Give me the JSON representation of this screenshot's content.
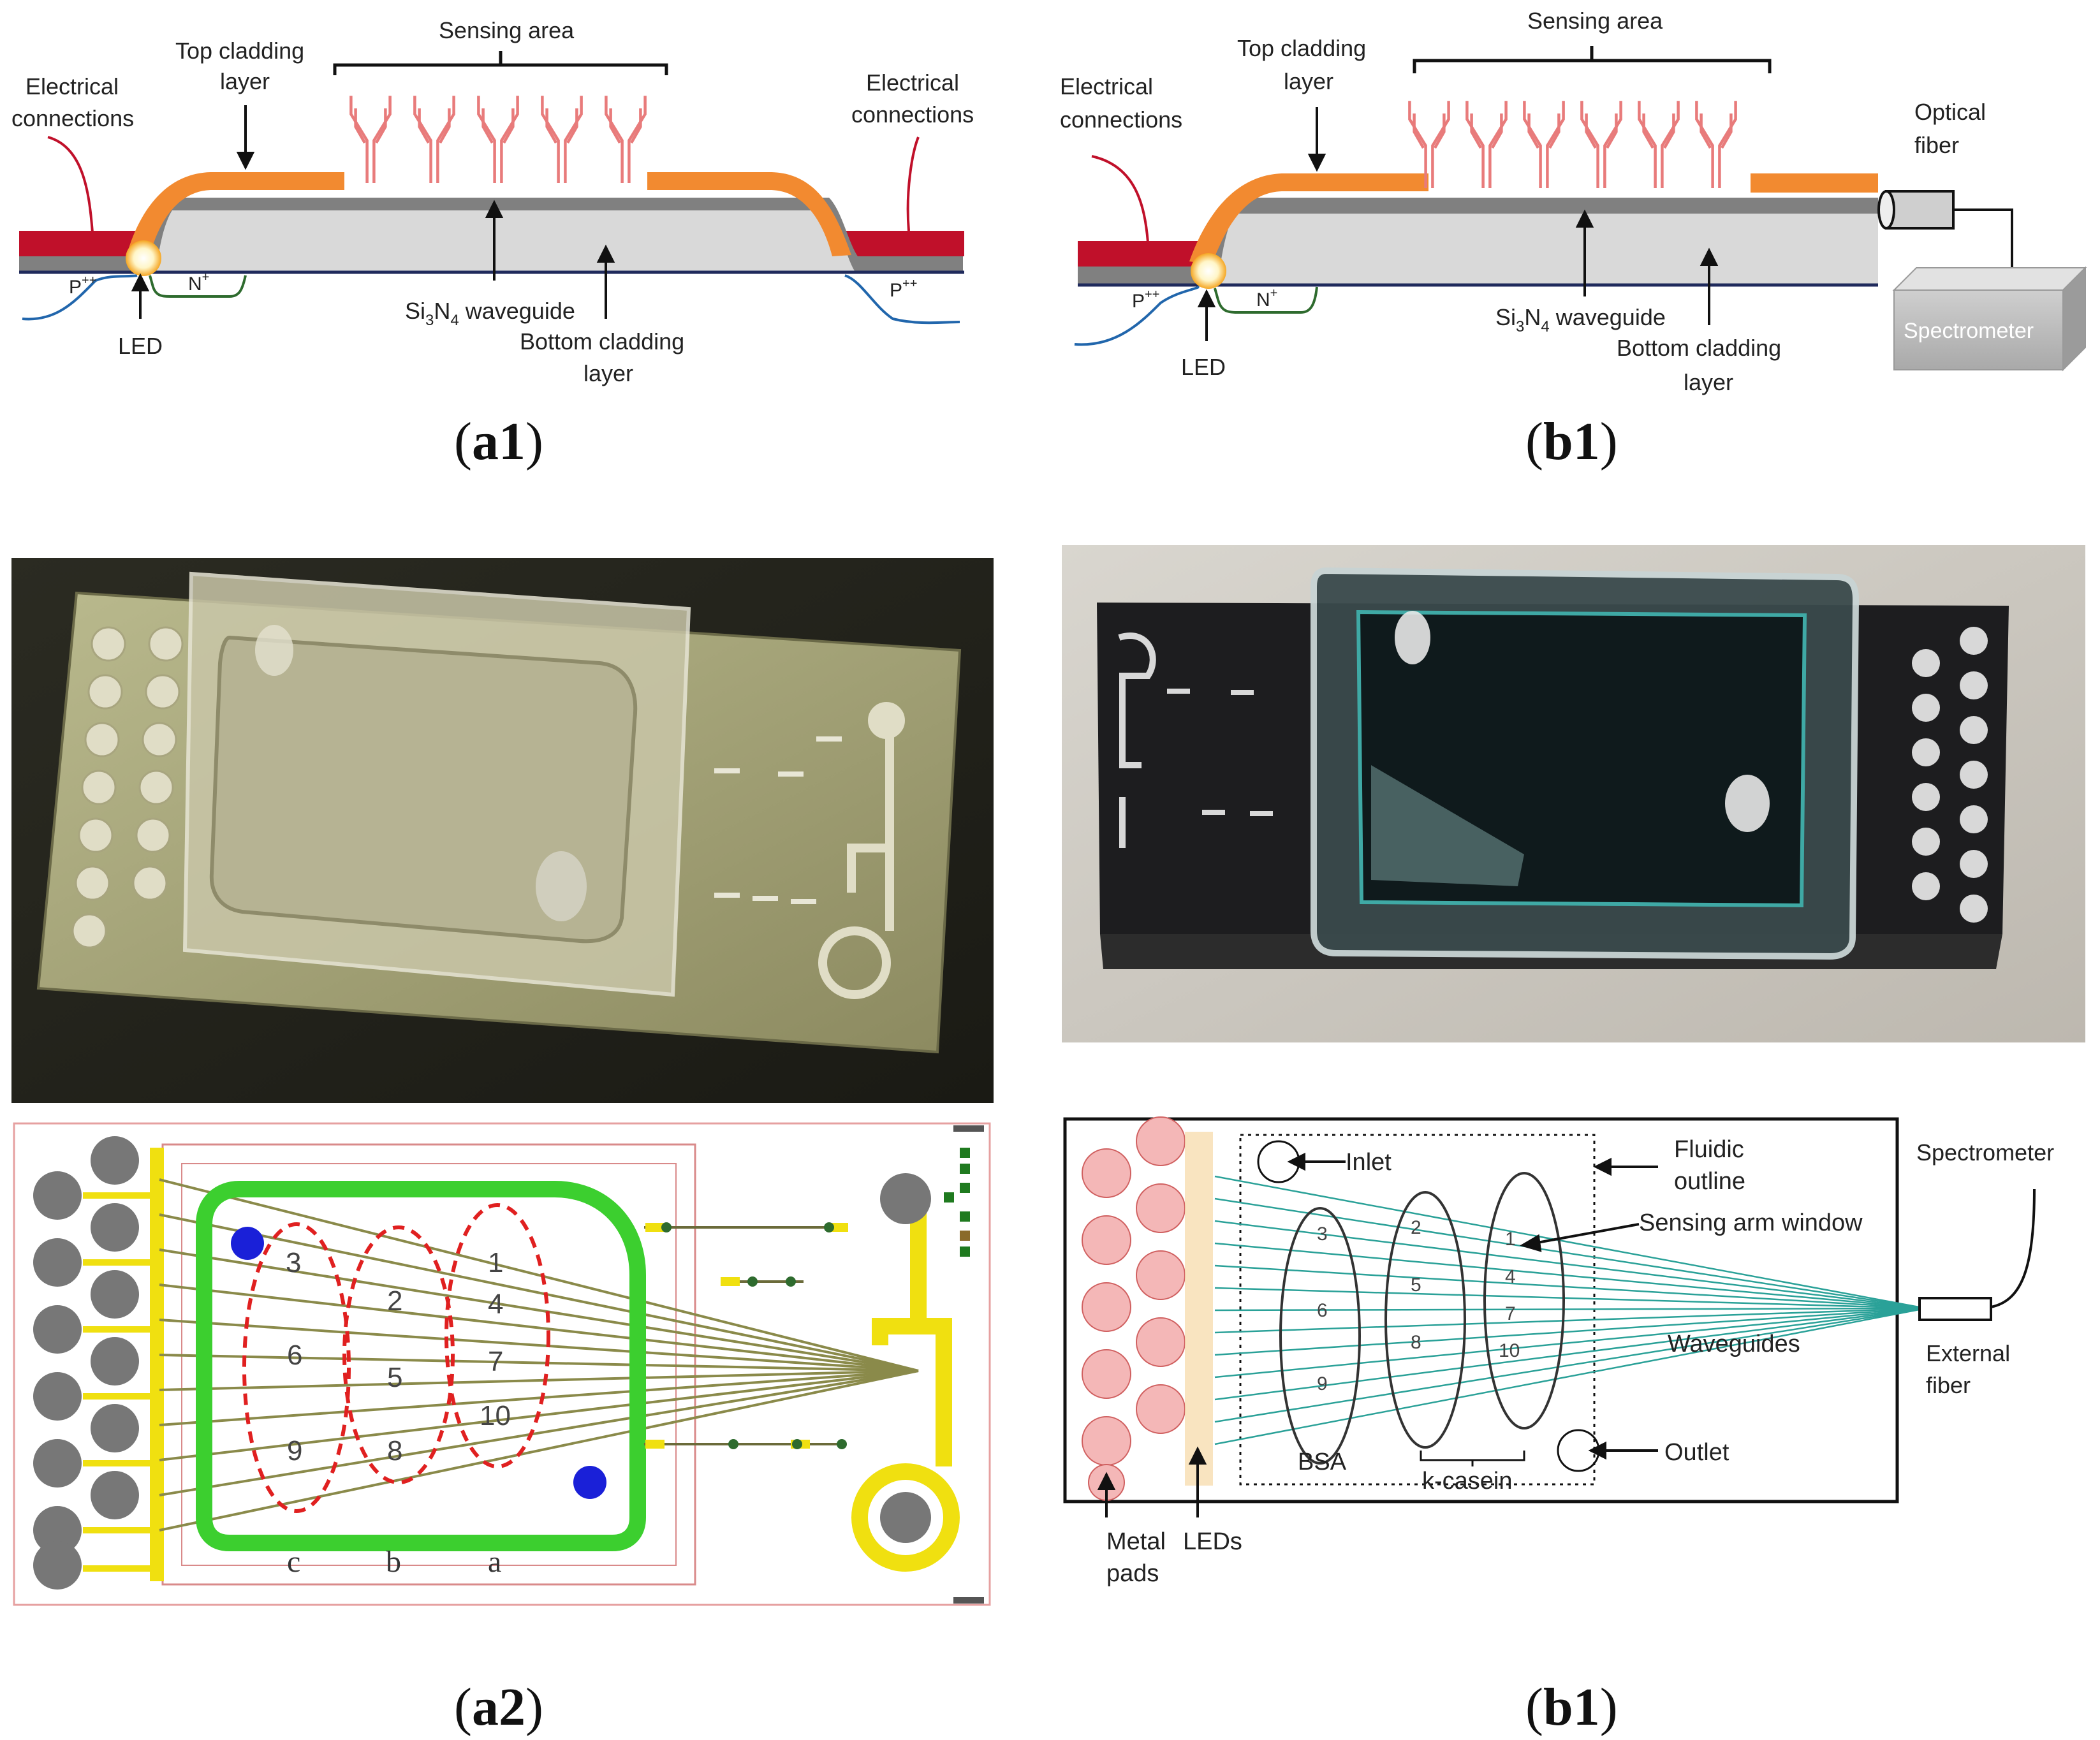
{
  "panels": {
    "a1": {
      "caption_open": "(",
      "caption_bold": "a1",
      "caption_close": ")",
      "label_electrical_left_1": "Electrical",
      "label_electrical_left_2": "connections",
      "label_top_cladding_1": "Top cladding",
      "label_top_cladding_2": "layer",
      "label_sensing": "Sensing area",
      "label_electrical_right_1": "Electrical",
      "label_electrical_right_2": "connections",
      "label_p_left": "P++",
      "label_n": "N+",
      "label_p_right": "P++",
      "label_led": "LED",
      "label_waveguide_pre": "Si",
      "label_waveguide_sub3": "3",
      "label_waveguide_mid": "N",
      "label_waveguide_sub4": "4",
      "label_waveguide_post": " waveguide",
      "label_bottom_cladding_1": "Bottom cladding",
      "label_bottom_cladding_2": "layer"
    },
    "b1_top": {
      "caption_open": "(",
      "caption_bold": "b1",
      "caption_close": ")",
      "label_electrical_1": "Electrical",
      "label_electrical_2": "connections",
      "label_top_cladding_1": "Top cladding",
      "label_top_cladding_2": "layer",
      "label_sensing": "Sensing area",
      "label_optical_1": "Optical",
      "label_optical_2": "fiber",
      "label_spectrometer": "Spectrometer",
      "label_p": "P++",
      "label_n": "N+",
      "label_led": "LED",
      "label_waveguide_pre": "Si",
      "label_waveguide_sub3": "3",
      "label_waveguide_mid": "N",
      "label_waveguide_sub4": "4",
      "label_waveguide_post": " waveguide",
      "label_bottom_cladding_1": "Bottom cladding",
      "label_bottom_cladding_2": "layer"
    },
    "a2": {
      "caption_open": "(",
      "caption_bold": "a2",
      "caption_close": ")",
      "sensor_numbers": [
        "3",
        "2",
        "1",
        "4",
        "6",
        "5",
        "7",
        "10",
        "9",
        "8"
      ],
      "column_letters": [
        "c",
        "b",
        "a"
      ]
    },
    "b1_bottom": {
      "caption_open": "(",
      "caption_bold": "b1",
      "caption_close": ")",
      "label_inlet": "Inlet",
      "label_fluidic_1": "Fluidic",
      "label_fluidic_2": "outline",
      "label_spectrometer": "Spectrometer",
      "label_sensing_window": "Sensing arm window",
      "label_waveguides": "Waveguides",
      "label_external_1": "External",
      "label_external_2": "fiber",
      "label_outlet": "Outlet",
      "label_bsa": "BSA",
      "label_kcasein": "k-casein",
      "label_metal_1": "Metal",
      "label_metal_2": "pads",
      "label_leds": "LEDs",
      "sensor_numbers": [
        "3",
        "6",
        "9",
        "2",
        "5",
        "8",
        "1",
        "4",
        "7",
        "10"
      ]
    }
  },
  "colors": {
    "orange_cladding": "#f28a30",
    "gray_waveguide": "#808080",
    "light_gray_body": "#d9d9d9",
    "red_contact": "#c0102a",
    "navy_baseline": "#1f2a5c",
    "antibody_pink": "#e87b7b",
    "green_fluidic": "#3ccf2f",
    "yellow_track": "#f0e010",
    "pad_gray": "#777777",
    "blue_port": "#1a20d8",
    "red_dashed": "#e02020",
    "teal_waveguide": "#2aa198"
  }
}
